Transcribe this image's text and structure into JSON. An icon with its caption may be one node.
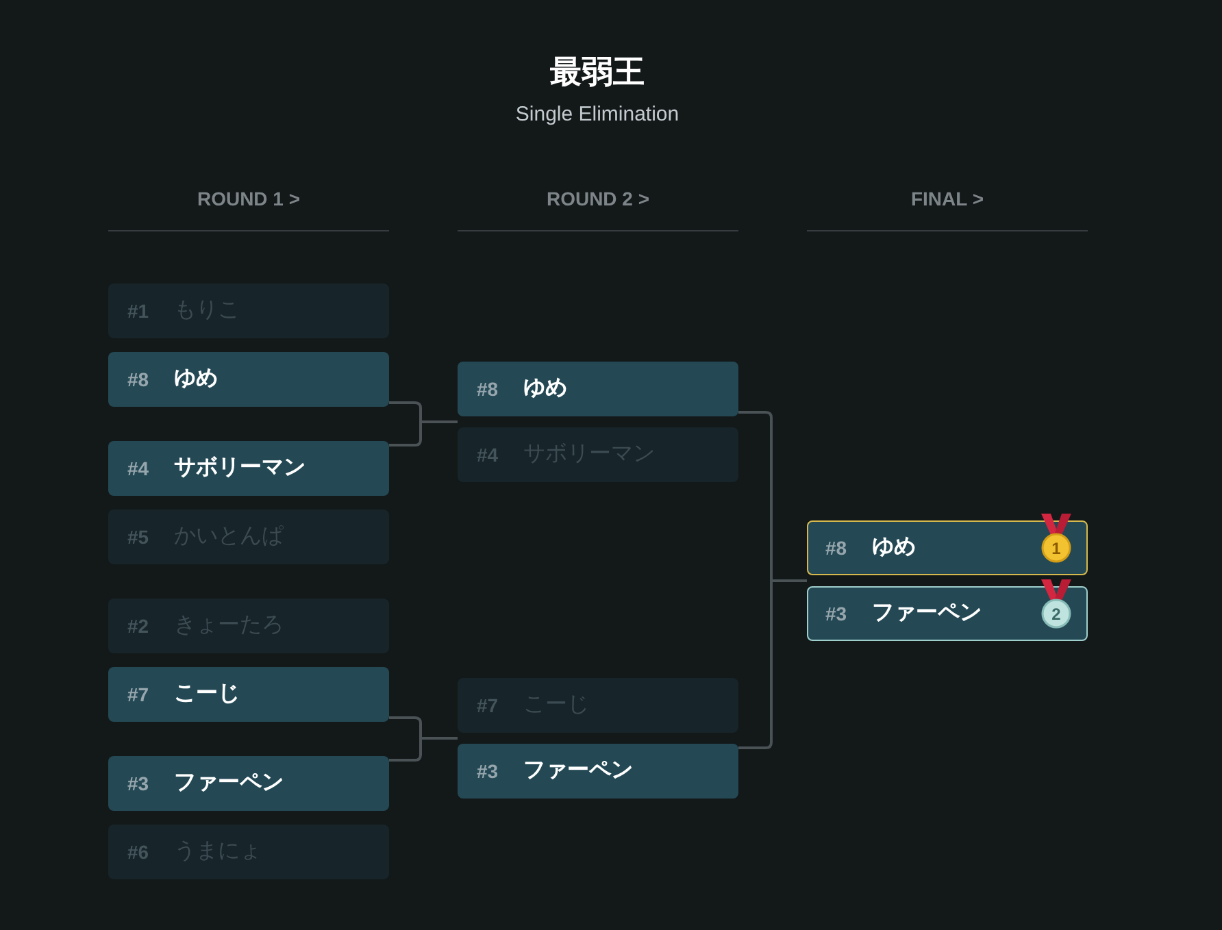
{
  "diagram": {
    "title": "最弱王",
    "nodes": [
      {
        "text": [
          "#1",
          "もりこ"
        ]
      },
      {
        "text": [
          "#8",
          "ゆめ"
        ]
      },
      {
        "text": [
          "#4",
          "サボリーマン"
        ]
      },
      {
        "text": [
          "#5",
          "かいとんぱ"
        ]
      },
      {
        "text": [
          "#2",
          "きょーたろ"
        ]
      },
      {
        "text": [
          "#7",
          "こーじ"
        ]
      },
      {
        "text": [
          "#3",
          "ファーペン"
        ]
      },
      {
        "text": [
          "#6",
          "うまにょ"
        ]
      },
      {
        "text": [
          "#8",
          "ゆめ"
        ]
      },
      {
        "text": [
          "#4",
          "サボリーマン"
        ]
      },
      {
        "text": [
          "#7",
          "こーじ"
        ]
      },
      {
        "text": [
          "#3",
          "ファーペン"
        ]
      },
      {
        "text": [
          "#8",
          "ゆめ",
          "1"
        ]
      },
      {
        "text": [
          "#3",
          "ファーペン",
          "2"
        ]
      }
    ],
    "edges": [
      {
        "from": 1,
        "to": 8,
        "arrow": "none"
      },
      {
        "from": 2,
        "to": 9,
        "arrow": "none"
      },
      {
        "from": 5,
        "to": 10,
        "arrow": "none"
      },
      {
        "from": 6,
        "to": 11,
        "arrow": "none"
      },
      {
        "from": 8,
        "to": 12,
        "arrow": "none"
      },
      {
        "from": 11,
        "to": 13,
        "arrow": "none"
      }
    ],
    "labels": [
      "Single Elimination",
      "ROUND 1 >",
      "ROUND 2 >",
      "FINAL >"
    ]
  }
}
